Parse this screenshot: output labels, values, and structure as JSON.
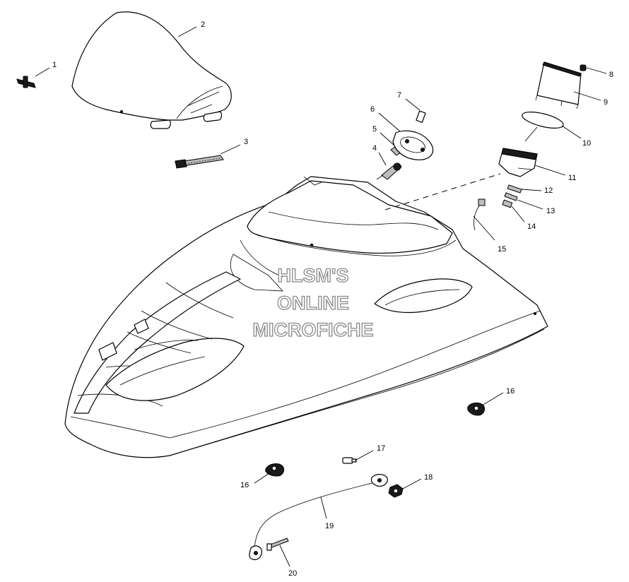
{
  "callouts": [
    "1",
    "2",
    "3",
    "4",
    "5",
    "6",
    "7",
    "8",
    "9",
    "10",
    "11",
    "12",
    "13",
    "14",
    "15",
    "16",
    "16",
    "17",
    "18",
    "19",
    "20"
  ],
  "watermark": {
    "line1": "HLSM'S",
    "line2": "ONLINE",
    "line3": "MICROFICHE"
  }
}
